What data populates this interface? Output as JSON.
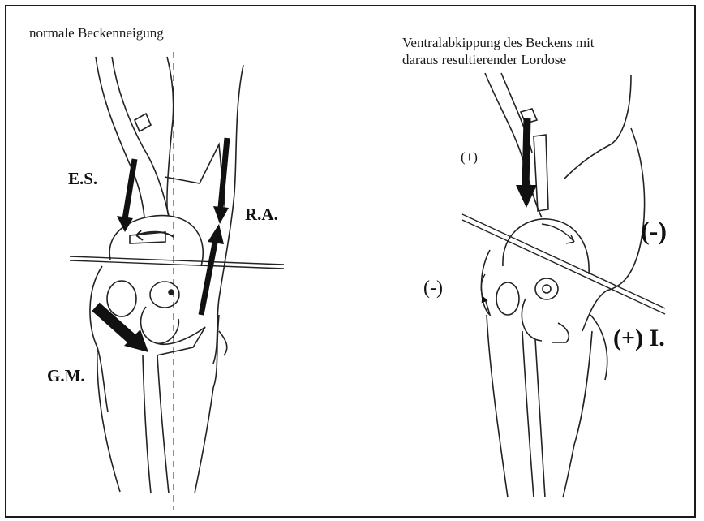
{
  "left_panel": {
    "caption": "normale Beckenneigung",
    "labels": {
      "es": "E.S.",
      "ra": "R.A.",
      "gm": "G.M."
    }
  },
  "right_panel": {
    "caption": "Ventralabkippung des Beckens mit\ndaraus resultierender Lordose",
    "labels": {
      "plus_top": "(+)",
      "minus_right": "(-)",
      "minus_left": "(-)",
      "plus_i": "(+) I."
    }
  },
  "colors": {
    "ink": "#111111",
    "border": "#1a1a1a",
    "background": "#ffffff"
  }
}
